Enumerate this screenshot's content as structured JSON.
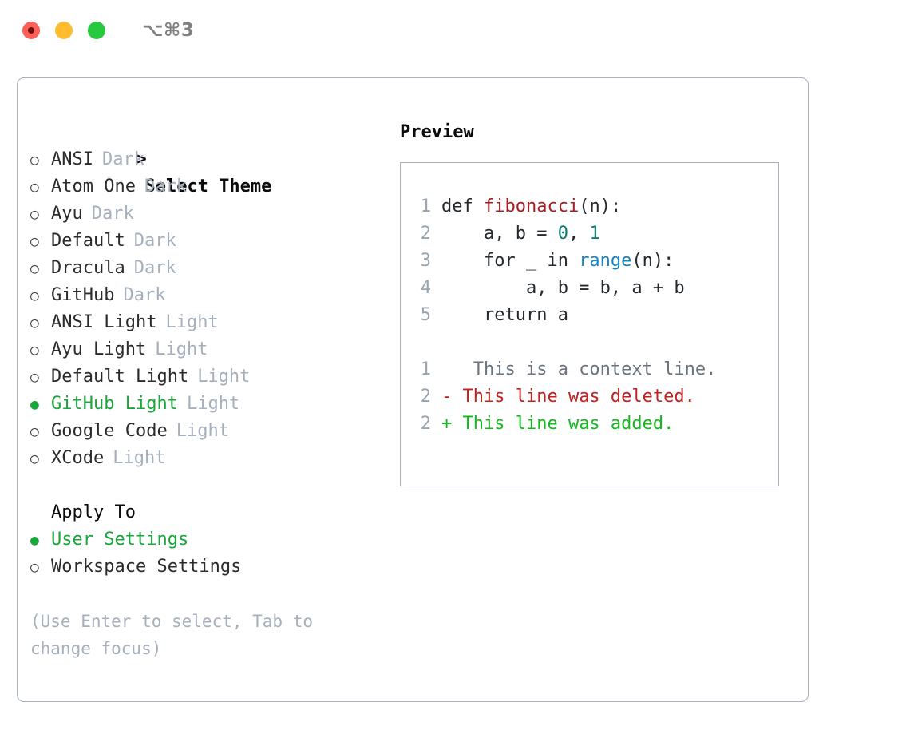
{
  "window": {
    "shortcut": "⌥⌘3",
    "traffic_lights": [
      {
        "name": "close-button",
        "color": "#ff5f57"
      },
      {
        "name": "minimize-button",
        "color": "#febc2e"
      },
      {
        "name": "zoom-button",
        "color": "#28c840"
      }
    ]
  },
  "theme_picker": {
    "header_caret": ">",
    "header_label": "Select Theme",
    "bullet_unselected": "○",
    "bullet_selected": "●",
    "items": [
      {
        "label": "ANSI",
        "tag": "Dark",
        "selected": false
      },
      {
        "label": "Atom One",
        "tag": "Dark",
        "selected": false
      },
      {
        "label": "Ayu",
        "tag": "Dark",
        "selected": false
      },
      {
        "label": "Default",
        "tag": "Dark",
        "selected": false
      },
      {
        "label": "Dracula",
        "tag": "Dark",
        "selected": false
      },
      {
        "label": "GitHub",
        "tag": "Dark",
        "selected": false
      },
      {
        "label": "ANSI Light",
        "tag": "Light",
        "selected": false
      },
      {
        "label": "Ayu Light",
        "tag": "Light",
        "selected": false
      },
      {
        "label": "Default Light",
        "tag": "Light",
        "selected": false
      },
      {
        "label": "GitHub Light",
        "tag": "Light",
        "selected": true
      },
      {
        "label": "Google Code",
        "tag": "Light",
        "selected": false
      },
      {
        "label": "XCode",
        "tag": "Light",
        "selected": false
      }
    ]
  },
  "apply_to": {
    "title": "Apply To",
    "options": [
      {
        "label": "User Settings",
        "selected": true
      },
      {
        "label": "Workspace Settings",
        "selected": false
      }
    ]
  },
  "hint": "(Use Enter to select, Tab to change focus)",
  "preview": {
    "title": "Preview",
    "code_lines": [
      {
        "no": "1",
        "tokens": [
          {
            "t": "def ",
            "c": "plain"
          },
          {
            "t": "fibonacci",
            "c": "fn"
          },
          {
            "t": "(n):",
            "c": "plain"
          }
        ]
      },
      {
        "no": "2",
        "tokens": [
          {
            "t": "    a, b = ",
            "c": "plain"
          },
          {
            "t": "0",
            "c": "num"
          },
          {
            "t": ", ",
            "c": "plain"
          },
          {
            "t": "1",
            "c": "num"
          }
        ]
      },
      {
        "no": "3",
        "tokens": [
          {
            "t": "    for _ in ",
            "c": "plain"
          },
          {
            "t": "range",
            "c": "call"
          },
          {
            "t": "(n):",
            "c": "plain"
          }
        ]
      },
      {
        "no": "4",
        "tokens": [
          {
            "t": "        a, b = b, a + b",
            "c": "plain"
          }
        ]
      },
      {
        "no": "5",
        "tokens": [
          {
            "t": "    return a",
            "c": "plain"
          }
        ]
      }
    ],
    "diff_lines": [
      {
        "no": "1",
        "marker": " ",
        "text": "  This is a context line.",
        "kind": "ctx"
      },
      {
        "no": "2",
        "marker": "-",
        "text": " This line was deleted.",
        "kind": "del"
      },
      {
        "no": "2",
        "marker": "+",
        "text": " This line was added.",
        "kind": "add"
      }
    ]
  },
  "colors": {
    "accent_green": "#1aa63a",
    "muted": "#a6b0bd",
    "border": "#a9b2bf",
    "diff_add": "#11bb1b",
    "diff_del": "#c2221f",
    "syntax_function": "#a81b21",
    "syntax_number": "#0a7d72",
    "syntax_call": "#1585c7"
  }
}
